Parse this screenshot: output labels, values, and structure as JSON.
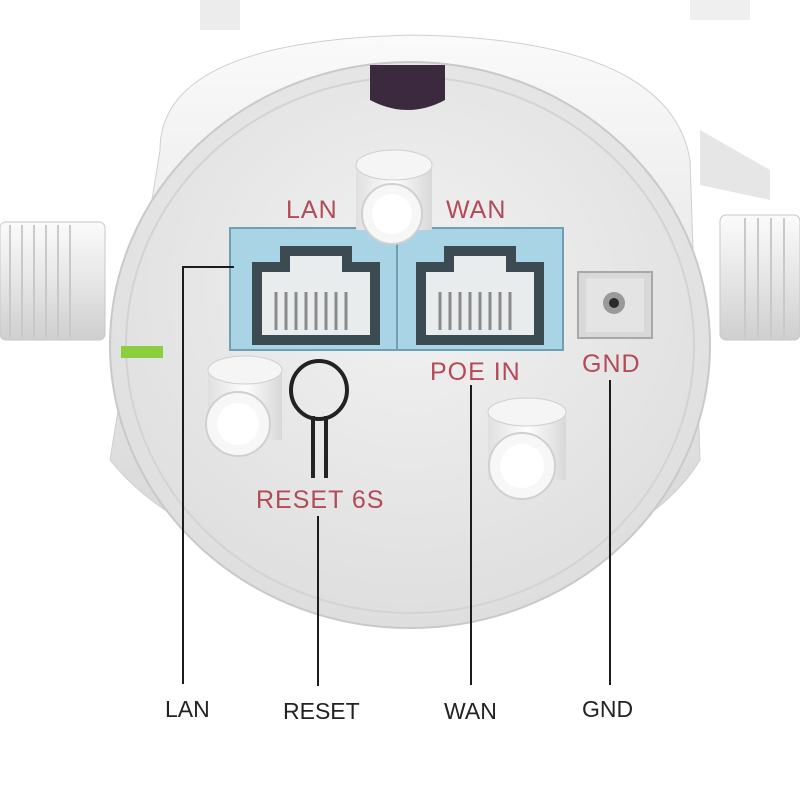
{
  "device_labels": {
    "lan": "LAN",
    "wan": "WAN",
    "poe_in": "POE IN",
    "gnd": "GND",
    "reset": "RESET 6S"
  },
  "callouts": {
    "lan": "LAN",
    "reset": "RESET",
    "wan": "WAN",
    "gnd": "GND"
  },
  "colors": {
    "label_red": "#b24b57",
    "port_blue": "#a9d4e6",
    "led_green": "#8ccf3c",
    "callout_text": "#222222"
  }
}
